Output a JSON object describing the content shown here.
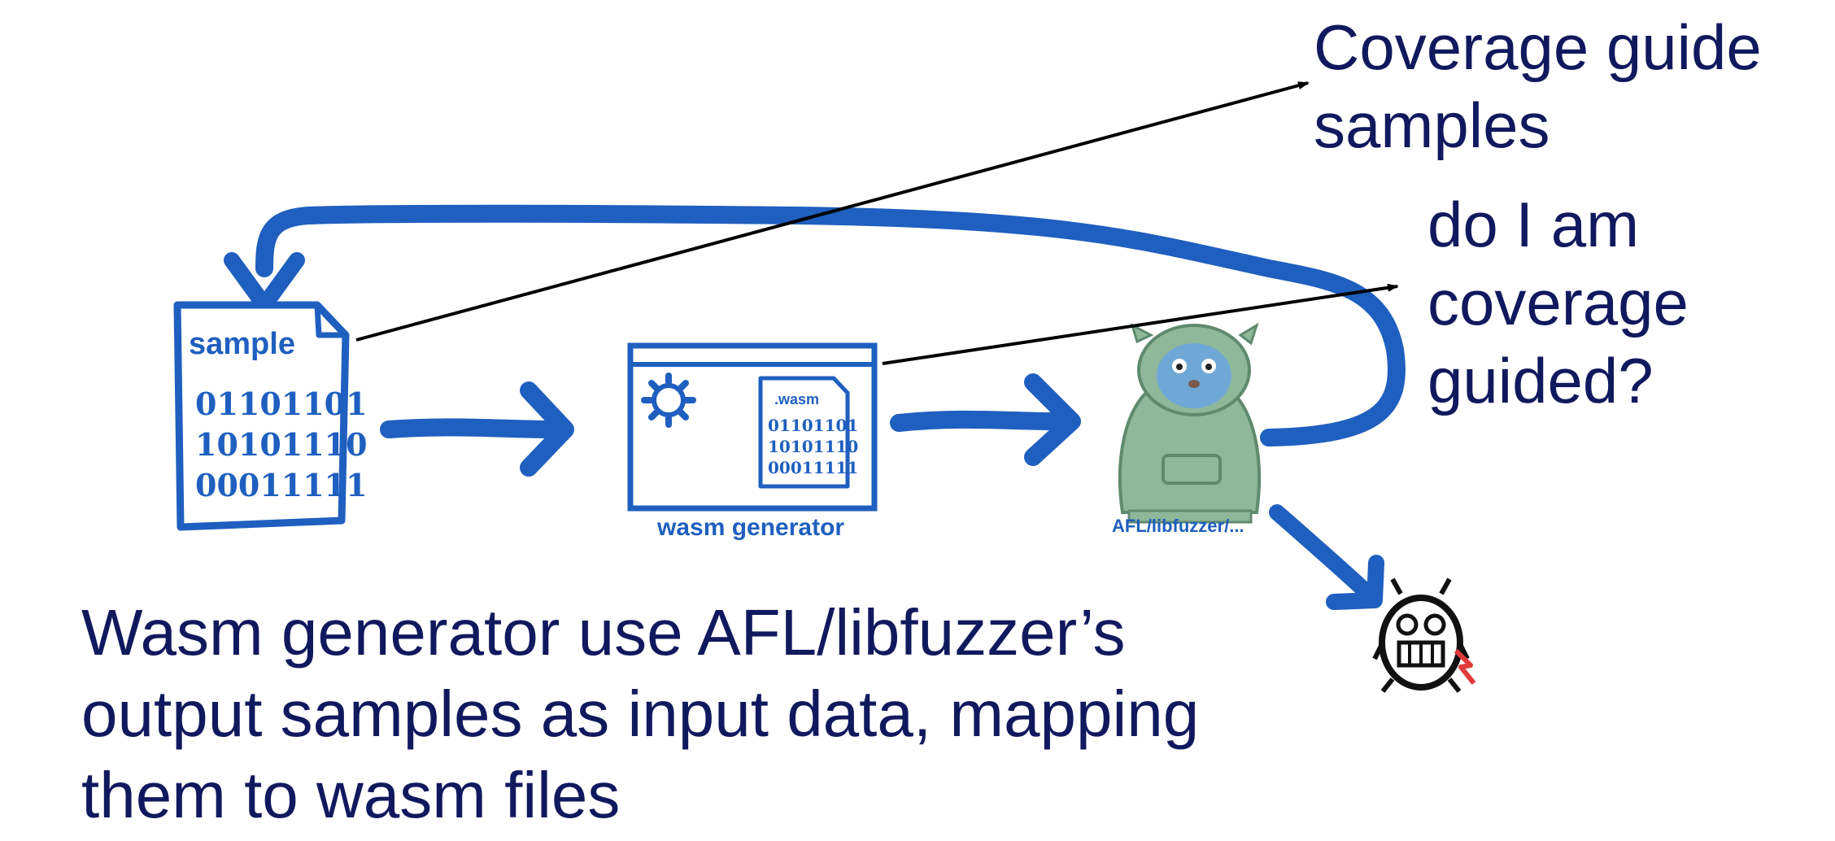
{
  "captions": {
    "coverage_guide": [
      "Coverage guide",
      "samples"
    ],
    "question": [
      "do I am",
      "coverage",
      "guided?"
    ],
    "description": [
      "Wasm generator use AFL/libfuzzer’s",
      "output samples as input data, mapping",
      "them to wasm files"
    ]
  },
  "nodes": {
    "sample": {
      "label": "sample",
      "bits": [
        "01101101",
        "10101110",
        "00011111"
      ]
    },
    "wasm_generator": {
      "label": "wasm generator",
      "file_ext": ".wasm",
      "bits": [
        "01101101",
        "10101110",
        "00011111"
      ]
    },
    "fuzzer": {
      "label": "AFL/libfuzzer/..."
    }
  },
  "colors": {
    "diagram_blue": "#1f5fbf",
    "caption_navy": "#11195e",
    "gopher_hoodie": "#8fb79a",
    "gopher_face": "#6fa8d6"
  }
}
